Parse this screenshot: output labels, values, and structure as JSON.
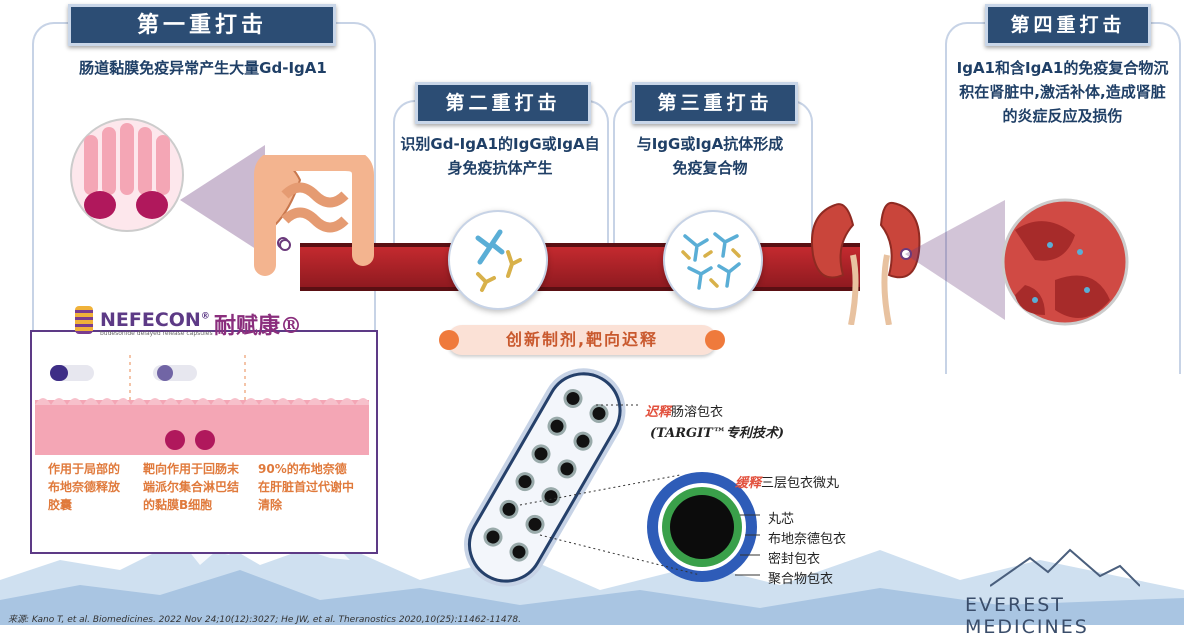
{
  "panels": [
    {
      "banner": "第一重打击",
      "desc": "肠道黏膜免疫异常产生大量Gd-IgA1"
    },
    {
      "banner": "第二重打击",
      "desc": "识别Gd-IgA1的IgG或IgA自身免疫抗体产生"
    },
    {
      "banner": "第三重打击",
      "desc": "与IgG或IgA抗体形成免疫复合物"
    },
    {
      "banner": "第四重打击",
      "desc": "IgA1和含IgA1的免疫复合物沉积在肾脏中,激活补体,造成肾脏的炎症反应及损伤"
    }
  ],
  "product": {
    "brand": "NEFECON",
    "registered": "®",
    "subtitle": "budesonide delayed release capsules",
    "name_cn": "耐赋康®"
  },
  "mechanism_notes": [
    "作用于局部的布地奈德释放胶囊",
    "靶向作用于回肠末端派尔集合淋巴结的黏膜B细胞",
    "90%的布地奈德在肝脏首过代谢中清除"
  ],
  "pill_label": "创新制剂,靶向迟释",
  "capsule_labels": {
    "coat_em": "迟释",
    "coat_rest": "肠溶包衣",
    "tech": "(TARGIT™专利技术)",
    "pellet_em": "缓释",
    "pellet_rest": "三层包衣微丸",
    "layers": [
      "丸芯",
      "布地奈德包衣",
      "密封包衣",
      "聚合物包衣"
    ]
  },
  "company": "EVEREST MEDICINES",
  "source": "来源: Kano T, et al. Biomedicines. 2022 Nov 24;10(12):3027; He JW, et al. Theranostics 2020,10(25):11462-11478.",
  "colors": {
    "banner": "#2c4d74",
    "vessel": "#a61b25",
    "accent": "#ef7a3c",
    "note": "#e07a3c"
  }
}
